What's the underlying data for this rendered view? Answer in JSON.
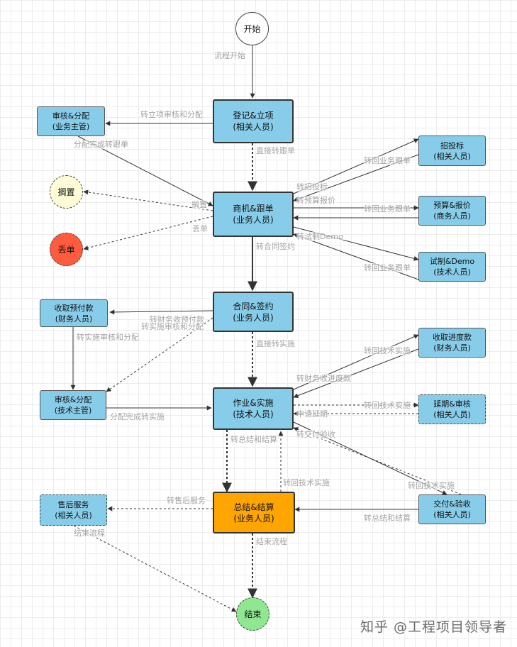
{
  "nodes": {
    "start": "开始",
    "register": [
      "登记&立项",
      "(相关人员)"
    ],
    "review_sales": [
      "审核&分配",
      "(业务主管)"
    ],
    "hold": "搁置",
    "drop": "丢单",
    "opportunity": [
      "商机&跟单",
      "(业务人员)"
    ],
    "bidding": [
      "招投标",
      "(相关人员)"
    ],
    "budget": [
      "预算&报价",
      "(商务人员)"
    ],
    "trial": [
      "试制&Demo",
      "(技术人员)"
    ],
    "contract": [
      "合同&签约",
      "(业务人员)"
    ],
    "prepayment": [
      "收取预付款",
      "(财务人员)"
    ],
    "review_tech": [
      "审核&分配",
      "(技术主管)"
    ],
    "operation": [
      "作业&实施",
      "(技术人员)"
    ],
    "progress_payment": [
      "收取进度款",
      "(财务人员)"
    ],
    "delay": [
      "延期&审核",
      "(相关人员)"
    ],
    "delivery": [
      "交付&验收",
      "(相关人员)"
    ],
    "summary": [
      "总结&结算",
      "(业务人员)"
    ],
    "after_sales": [
      "售后服务",
      "(相关人员)"
    ],
    "end": "结束"
  },
  "edge_labels": {
    "flow_start": "流程开始",
    "to_review_register": "转立项审核和分配",
    "assign_done_follow": "分配完成转跟单",
    "direct_follow": "直接转跟单",
    "hold": "搁置",
    "drop": "丢单",
    "back_follow_1": "转回业务跟单",
    "to_bidding": "转招投标",
    "to_budget": "转预算报价",
    "back_follow_2": "转回业务跟单",
    "to_trial": "转试制Demo",
    "back_follow_3": "转回业务跟单",
    "to_contract": "转合同签约",
    "to_finance_prepay": "转财务收预付款",
    "to_impl_review": "转实施审核和分配",
    "to_impl_review_2": "转实施审核和分配",
    "direct_impl": "直接转实施",
    "assign_done_impl": "分配完成转实施",
    "back_tech_1": "转回技术实施",
    "to_finance_progress": "转财务收进度款",
    "back_tech_2": "转回技术实施",
    "apply_delay": "申请延期",
    "to_delivery": "转交付验收",
    "back_tech_3": "转回技术实施",
    "to_summary_1": "转总结和结算",
    "back_tech_4": "转回技术实施",
    "to_after_sales": "转售后服务",
    "to_summary_2": "转总结和结算",
    "end_flow_1": "结束流程",
    "end_flow_2": "结束流程"
  },
  "watermark": "知乎 @工程项目领导者",
  "colors": {
    "box": "#87cdea",
    "highlight": "#ffa500",
    "hold": "#fffbd6",
    "drop": "#ff5b3f",
    "end": "#8fe88f",
    "line": "#333333",
    "label": "#a3a3a3"
  }
}
